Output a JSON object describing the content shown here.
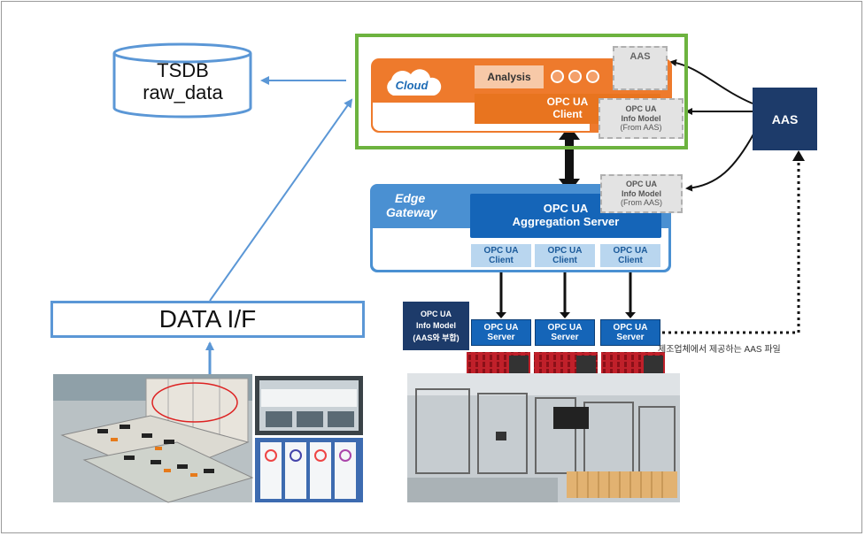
{
  "tsdb": {
    "line1": "TSDB",
    "line2": "raw_data"
  },
  "data_if": "DATA I/F",
  "cloud": {
    "label": "Cloud",
    "analysis": "Analysis",
    "opcua_client": {
      "line1": "OPC UA",
      "line2": "Client"
    },
    "aas_small": "AAS",
    "info_model": {
      "line1": "OPC UA",
      "line2": "Info Model",
      "line3": "(From AAS)"
    }
  },
  "aas_external": "AAS",
  "edge": {
    "label_line1": "Edge",
    "label_line2": "Gateway",
    "aggregation": {
      "line1": "OPC UA",
      "line2": "Aggregation Server"
    },
    "info_model": {
      "line1": "OPC UA",
      "line2": "Info Model",
      "line3": "(From AAS)"
    },
    "clients": [
      {
        "line1": "OPC UA",
        "line2": "Client"
      },
      {
        "line1": "OPC UA",
        "line2": "Client"
      },
      {
        "line1": "OPC UA",
        "line2": "Client"
      }
    ]
  },
  "servers": [
    {
      "line1": "OPC UA",
      "line2": "Server"
    },
    {
      "line1": "OPC UA",
      "line2": "Server"
    },
    {
      "line1": "OPC UA",
      "line2": "Server"
    }
  ],
  "device_info_model": {
    "line1": "OPC UA",
    "line2": "Info Model",
    "line3": "(AAS와 부합)"
  },
  "aas_file_caption": "제조업체에서 제공하는 AAS 파일",
  "colors": {
    "green": "#6db33f",
    "orange": "#ee7a2c",
    "blue": "#1565b8",
    "navy": "#1d3b6a",
    "arrow_blue": "#5b97d6"
  }
}
